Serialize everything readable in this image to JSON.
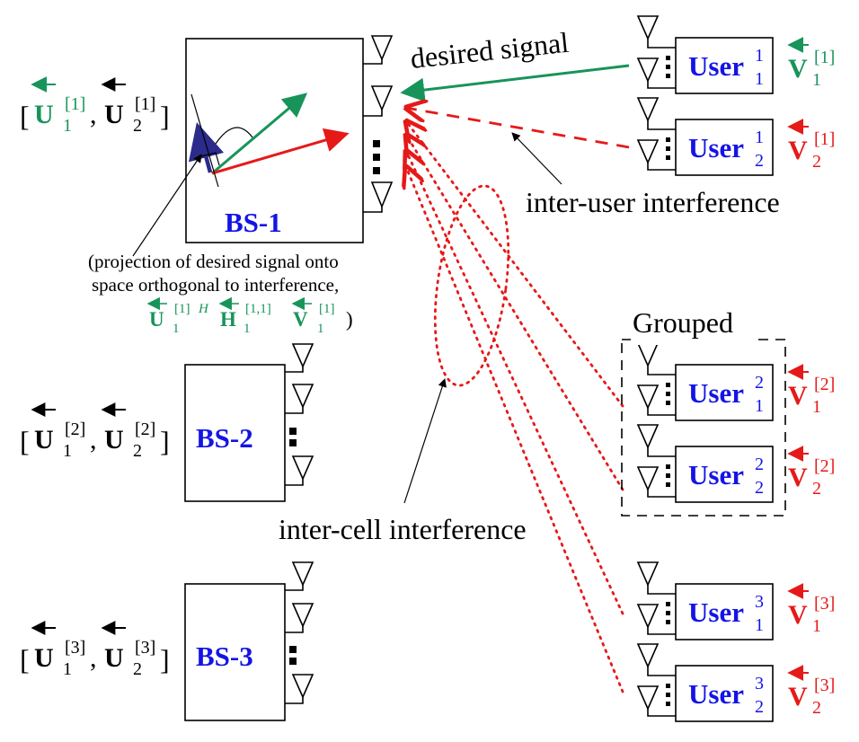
{
  "colors": {
    "blue": "#1414e6",
    "green": "#17945a",
    "red": "#e61919",
    "navy": "#2b2b8c",
    "black": "#000000"
  },
  "labels": {
    "desired_signal": "desired signal",
    "inter_user": "inter-user interference",
    "inter_cell": "inter-cell interference",
    "grouped": "Grouped",
    "projection_line1": "(projection of desired signal onto",
    "projection_line2": "space orthogonal to interference,",
    "projection_formula": "U",
    "bs1": "BS-1",
    "bs2": "BS-2",
    "bs3": "BS-3"
  },
  "user_word": "User",
  "base_stations": [
    {
      "label": "BS-1",
      "cell": "1"
    },
    {
      "label": "BS-2",
      "cell": "2"
    },
    {
      "label": "BS-3",
      "cell": "3"
    }
  ],
  "users": [
    {
      "cell": "1",
      "index": "1",
      "color": "green"
    },
    {
      "cell": "1",
      "index": "2",
      "color": "red"
    },
    {
      "cell": "2",
      "index": "1",
      "color": "red"
    },
    {
      "cell": "2",
      "index": "2",
      "color": "red"
    },
    {
      "cell": "3",
      "index": "1",
      "color": "red"
    },
    {
      "cell": "3",
      "index": "2",
      "color": "red"
    }
  ],
  "symbols": {
    "receive_filter": "U",
    "transmit_precoder": "V",
    "channel": "H",
    "hermitian": "H",
    "channel_superscript": "[1,1]"
  }
}
